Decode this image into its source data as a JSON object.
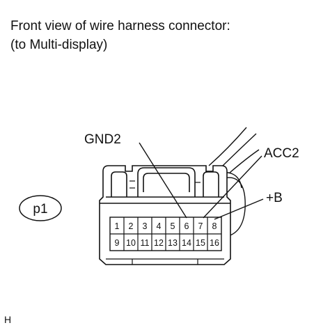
{
  "caption": {
    "line1": "Front view of wire harness connector:",
    "line2": "(to Multi-display)"
  },
  "connector": {
    "code": "p1",
    "pins_top": [
      "1",
      "2",
      "3",
      "4",
      "5",
      "6",
      "7",
      "8"
    ],
    "pins_bottom": [
      "9",
      "10",
      "11",
      "12",
      "13",
      "14",
      "15",
      "16"
    ]
  },
  "callouts": {
    "gnd2": "GND2",
    "acc2": "ACC2",
    "plus_b": "+B"
  },
  "corner_label": "H"
}
